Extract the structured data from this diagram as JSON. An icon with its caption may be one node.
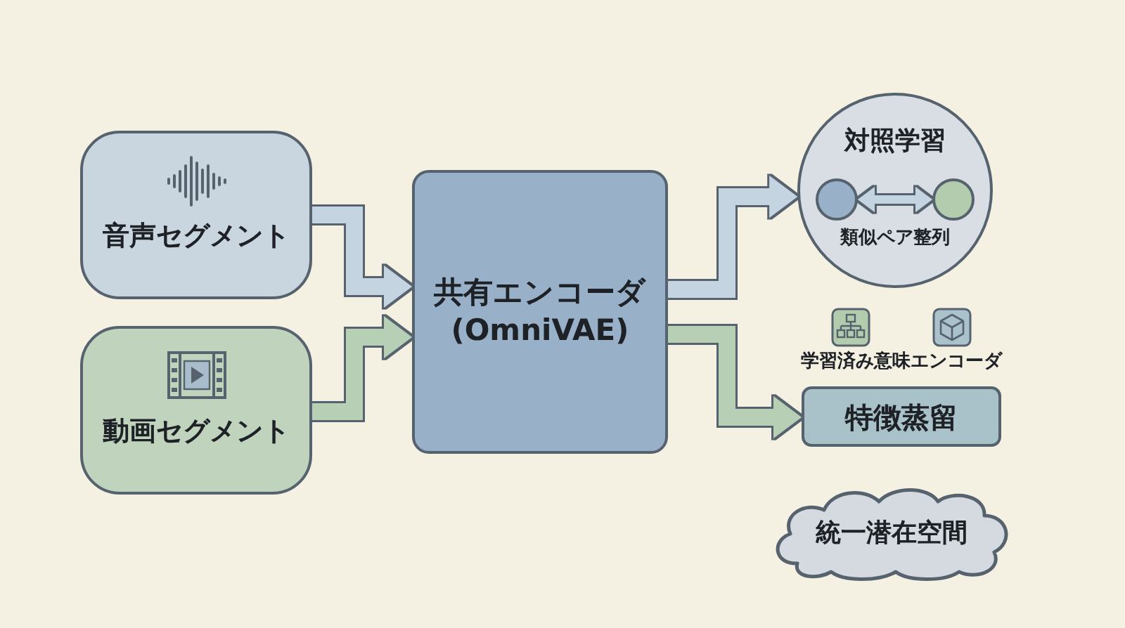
{
  "diagram": {
    "nodes": [
      {
        "text": [
          "音声セグメント"
        ]
      },
      {
        "text": [
          "動画セグメント"
        ]
      },
      {
        "text": [
          "共有エンコーダ (OmniVAE)"
        ]
      },
      {
        "text": [
          "対照学習",
          "類似ペア整列"
        ]
      },
      {
        "text": [],
        "shape": "circle",
        "in": 3
      },
      {
        "text": [],
        "shape": "circle",
        "in": 3
      },
      {
        "text": [
          "特徴蒸留"
        ],
        "beside": [
          "学習済み意味エンコーダ"
        ]
      },
      {
        "text": [
          "統一潜在空間"
        ]
      }
    ],
    "edges": [
      {
        "from": 0,
        "to": 2,
        "arrow": "to"
      },
      {
        "from": 1,
        "to": 2,
        "arrow": "to",
        "color": "#b7cfb4"
      },
      {
        "from": 2,
        "to": 3,
        "arrow": "to"
      },
      {
        "from": 2,
        "to": 6,
        "arrow": "to",
        "color": "#b7cfb4"
      },
      {
        "from": 4,
        "to": 5,
        "arrow": "both"
      }
    ]
  }
}
